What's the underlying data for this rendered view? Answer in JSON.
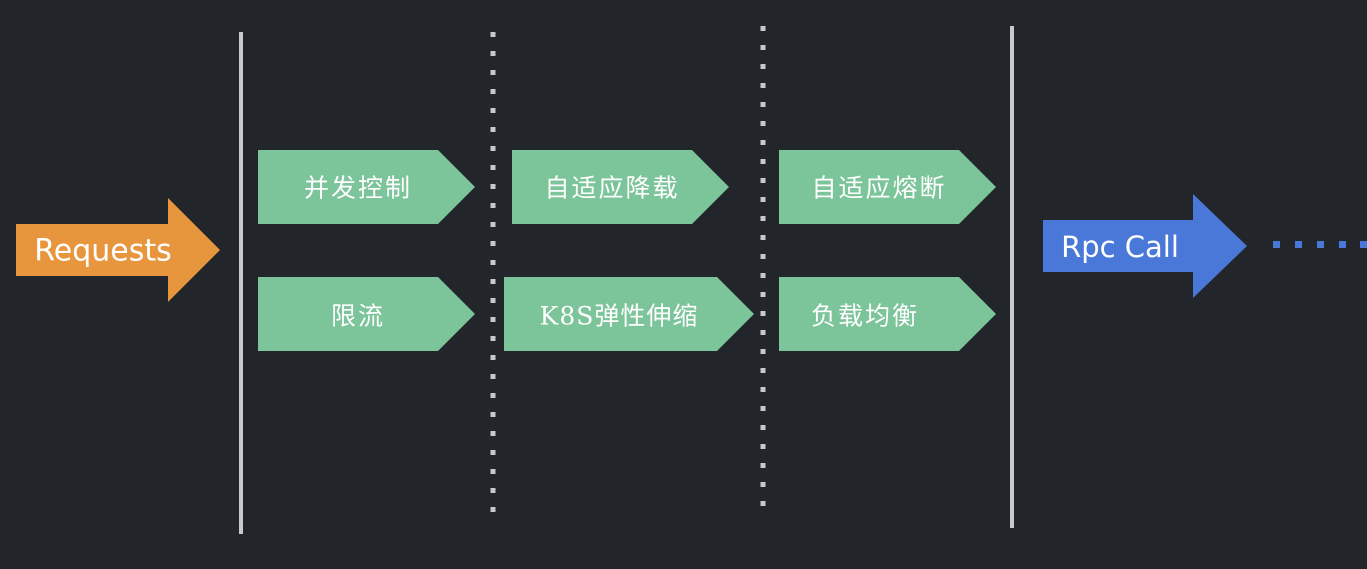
{
  "requests": {
    "label": "Requests",
    "color": "#e8963e"
  },
  "rpc_call": {
    "label": "Rpc Call",
    "color": "#4a78d8"
  },
  "step_color": "#7cc49a",
  "divider_color": "#c7c9cc",
  "ellipsis_color": "#4a78d8",
  "columns": [
    {
      "top": "并发控制",
      "bottom": "限流"
    },
    {
      "top": "自适应降载",
      "bottom": "K8S弹性伸缩"
    },
    {
      "top": "自适应熔断",
      "bottom": "负载均衡"
    }
  ]
}
